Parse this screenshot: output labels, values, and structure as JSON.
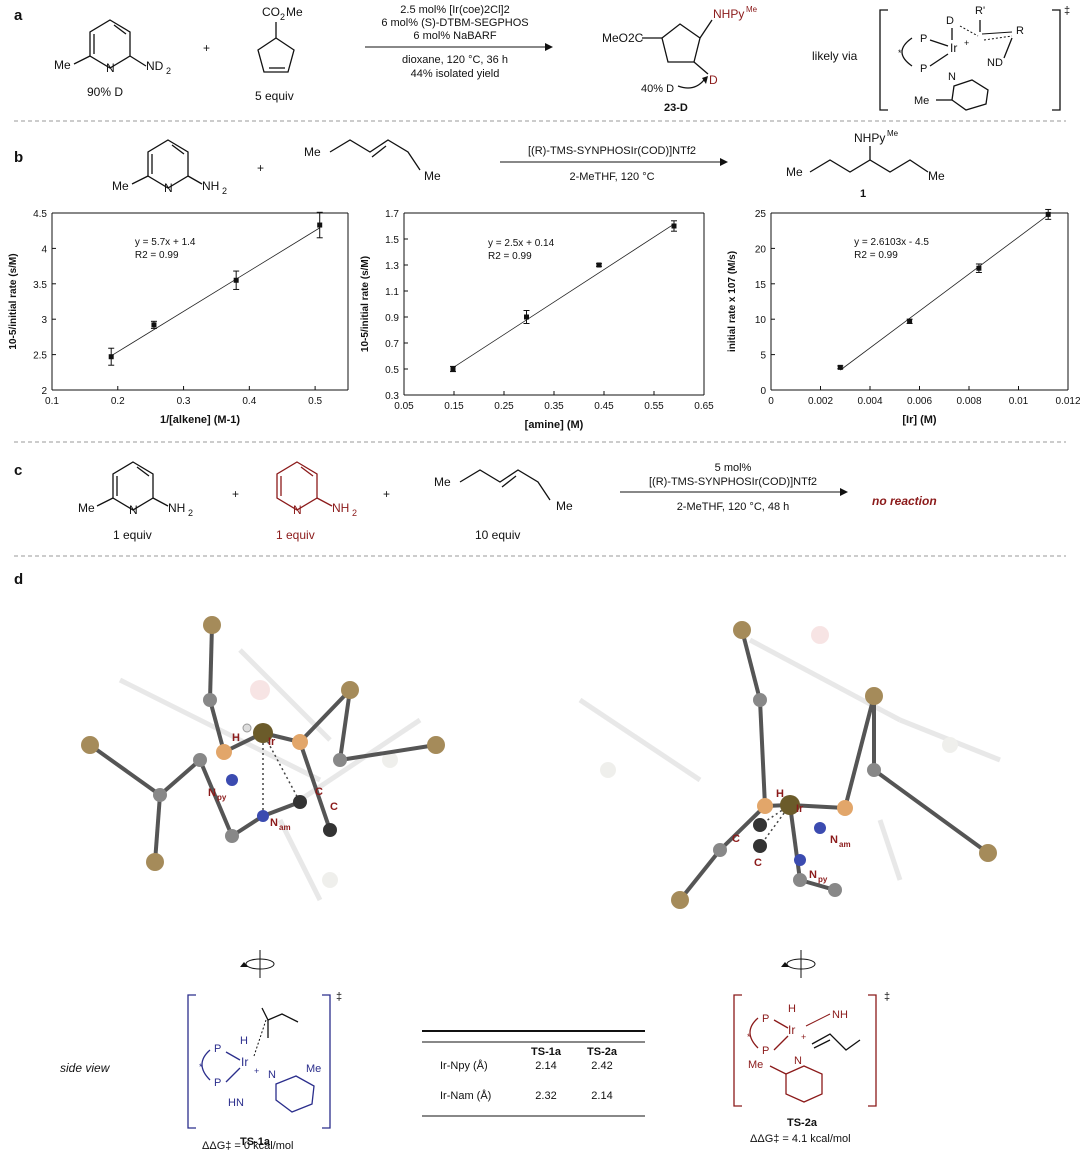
{
  "panels": {
    "a": {
      "label": "a",
      "reagent1_sub": "90% D",
      "reagent1_me": "Me",
      "reagent1_nd2": "ND",
      "reagent1_nd2_sub": "2",
      "plus": "+",
      "reagent2_top": "CO",
      "reagent2_top_sub": "2",
      "reagent2_top_me": "Me",
      "reagent2_sub": "5 equiv",
      "cond1": "2.5 mol% [Ir(coe)2Cl]2",
      "cond2": "6 mol% (S)-DTBM-SEGPHOS",
      "cond3": "6 mol% NaBARF",
      "cond4": "dioxane, 120 °C, 36 h",
      "cond5": "44% isolated yield",
      "product_ester": "MeO2C",
      "product_amine": "NHPy",
      "product_amine_sup": "Me",
      "product_d": "D",
      "product_dlabel": "40% D",
      "product_name": "23-D",
      "via": "likely via",
      "ts_d": "D",
      "ts_r1": "R'",
      "ts_r": "R",
      "ts_ir": "Ir",
      "ts_plus": "+",
      "ts_p1": "P",
      "ts_p2": "P",
      "ts_star": "*",
      "ts_n": "N",
      "ts_nd": "ND",
      "ts_me": "Me",
      "ts_dagger": "‡"
    },
    "b": {
      "label": "b",
      "reagent1_me": "Me",
      "reagent1_n": "N",
      "reagent1_nh2": "NH",
      "reagent1_nh2_sub": "2",
      "plus": "+",
      "alkene_me1": "Me",
      "alkene_me2": "Me",
      "cond1": "[(R)-TMS-SYNPHOSIr(COD)]NTf2",
      "cond2": "2-MeTHF, 120 °C",
      "product_amine": "NHPy",
      "product_amine_sup": "Me",
      "product_me1": "Me",
      "product_me2": "Me",
      "product_name": "1"
    },
    "c": {
      "label": "c",
      "r1_me": "Me",
      "r1_n": "N",
      "r1_nh2": "NH",
      "r1_nh2_sub": "2",
      "r1_sub": "1 equiv",
      "r2_n": "N",
      "r2_nh2": "NH",
      "r2_nh2_sub": "2",
      "r2_sub": "1 equiv",
      "r3_me1": "Me",
      "r3_me2": "Me",
      "r3_sub": "10 equiv",
      "plus": "+",
      "cond1": "5 mol%",
      "cond2": "[(R)-TMS-SYNPHOSIr(COD)]NTf2",
      "cond3": "2-MeTHF, 120 °C, 48 h",
      "result": "no reaction"
    },
    "d": {
      "label": "d",
      "left_labels": {
        "h": "H",
        "ir": "Ir",
        "npy": "N",
        "npy_sub": "py",
        "c1": "C",
        "c2": "C",
        "nam": "N",
        "nam_sub": "am"
      },
      "right_labels": {
        "h": "H",
        "ir": "Ir",
        "c1": "C",
        "c2": "C",
        "nam": "N",
        "nam_sub": "am",
        "npy": "N",
        "npy_sub": "py"
      },
      "side_view": "side view",
      "ts1_name": "TS-1a",
      "ts1_energy": "ΔΔG‡ = 0 kcal/mol",
      "ts2_name": "TS-2a",
      "ts2_energy": "ΔΔG‡ = 4.1 kcal/mol",
      "ts1_struct": {
        "p1": "P",
        "p2": "P",
        "star": "*",
        "h": "H",
        "ir": "Ir",
        "plus": "+",
        "n": "N",
        "hn": "HN",
        "me": "Me",
        "dagger": "‡"
      },
      "ts2_struct": {
        "p1": "P",
        "p2": "P",
        "star": "*",
        "h": "H",
        "ir": "Ir",
        "plus": "+",
        "nh": "NH",
        "n": "N",
        "me": "Me",
        "dagger": "‡"
      },
      "table": {
        "headers": [
          "",
          "TS-1a",
          "TS-2a"
        ],
        "rows": [
          {
            "label": "Ir-Npy (Å)",
            "v1": "2.14",
            "v2": "2.42"
          },
          {
            "label": "Ir-Nam (Å)",
            "v1": "2.32",
            "v2": "2.14"
          }
        ]
      }
    }
  },
  "chart_data": [
    {
      "type": "scatter",
      "title": "",
      "equation": "y = 5.7x + 1.4",
      "r2": "R2 = 0.99",
      "xlabel": "1/[alkene] (M-1)",
      "ylabel": "10-5/initial rate (s/M)",
      "xlim": [
        0.1,
        0.55
      ],
      "ylim": [
        2,
        4.5
      ],
      "xticks": [
        "0.1",
        "0.2",
        "0.3",
        "0.4",
        "0.5"
      ],
      "yticks": [
        "2",
        "2.5",
        "3",
        "3.5",
        "4",
        "4.5"
      ],
      "x": [
        0.19,
        0.255,
        0.38,
        0.507
      ],
      "y": [
        2.47,
        2.92,
        3.55,
        4.33
      ],
      "err": [
        0.12,
        0.05,
        0.13,
        0.18
      ],
      "fit": {
        "slope": 5.7,
        "intercept": 1.4
      }
    },
    {
      "type": "scatter",
      "title": "",
      "equation": "y = 2.5x + 0.14",
      "r2": "R2 = 0.99",
      "xlabel": "[amine] (M)",
      "ylabel": "10-5/initial rate (s/M)",
      "xlim": [
        0.05,
        0.65
      ],
      "ylim": [
        0.3,
        1.7
      ],
      "xticks": [
        "0.05",
        "0.15",
        "0.25",
        "0.35",
        "0.45",
        "0.55",
        "0.65"
      ],
      "yticks": [
        "0.3",
        "0.5",
        "0.7",
        "0.9",
        "1.1",
        "1.3",
        "1.5",
        "1.7"
      ],
      "x": [
        0.148,
        0.295,
        0.44,
        0.59
      ],
      "y": [
        0.5,
        0.9,
        1.3,
        1.6
      ],
      "err": [
        0.02,
        0.05,
        0.01,
        0.04
      ],
      "fit": {
        "slope": 2.5,
        "intercept": 0.14
      }
    },
    {
      "type": "scatter",
      "title": "",
      "equation": "y = 2.6103x - 4.5",
      "r2": "R2 = 0.99",
      "xlabel": "[Ir] (M)",
      "ylabel": "initial rate x 107 (M/s)",
      "xlim": [
        0,
        0.012
      ],
      "ylim": [
        0,
        25
      ],
      "xticks": [
        "0",
        "0.002",
        "0.004",
        "0.006",
        "0.008",
        "0.01",
        "0.012"
      ],
      "yticks": [
        "0",
        "5",
        "10",
        "15",
        "20",
        "25"
      ],
      "x": [
        0.0028,
        0.0056,
        0.0084,
        0.0112
      ],
      "y": [
        3.2,
        9.7,
        17.2,
        24.8
      ],
      "err": [
        0.2,
        0.3,
        0.6,
        0.7
      ],
      "fit": {
        "slope": 2610,
        "intercept": -4.5
      }
    }
  ]
}
